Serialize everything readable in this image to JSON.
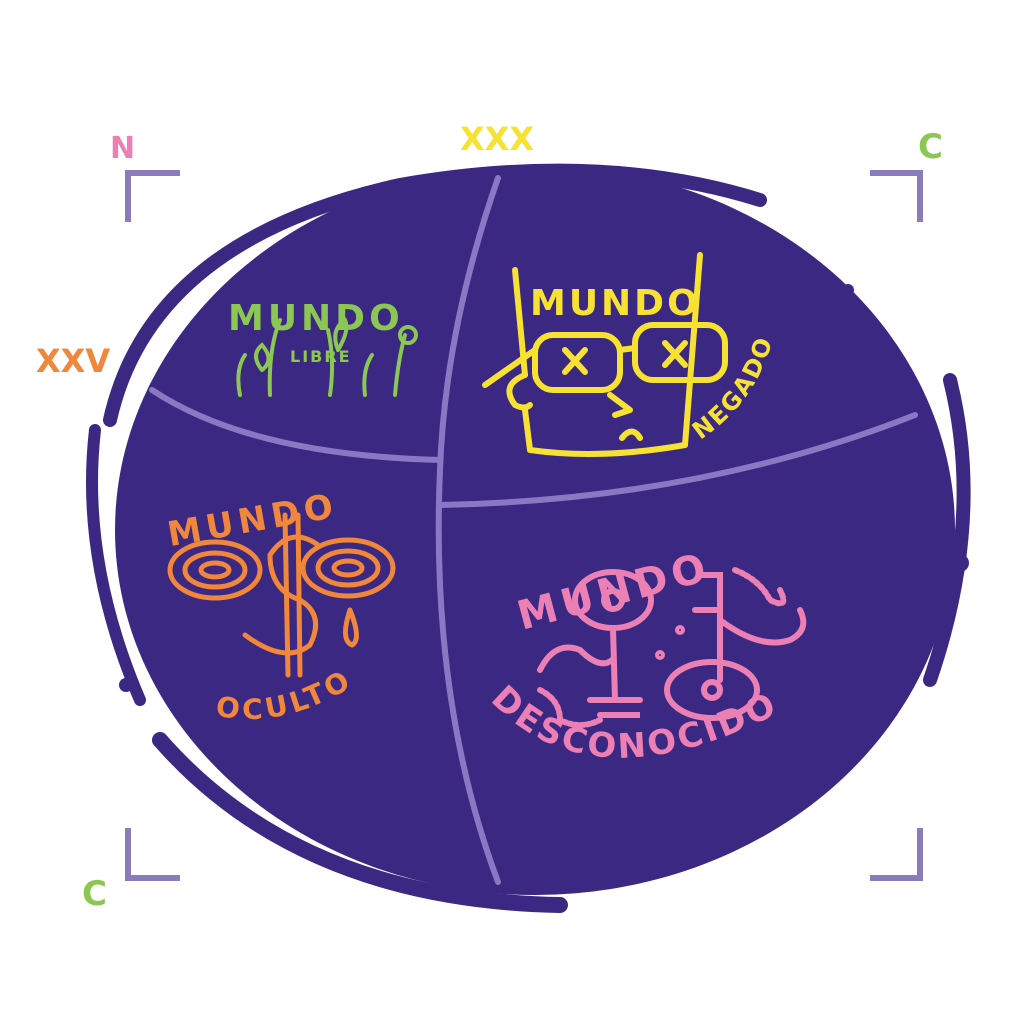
{
  "corner_labels": {
    "top_left": "N",
    "top_center": "XXX",
    "top_right": "C",
    "left": "XXV",
    "bottom_left": "C"
  },
  "quadrants": {
    "top_left": {
      "title": "MUNDO",
      "subtitle": "LIBRE",
      "icon": "plants-icon"
    },
    "top_right": {
      "title": "MUNDO",
      "subtitle": "NEGADO",
      "icon": "face-with-crossed-glasses-icon"
    },
    "bottom_left": {
      "title": "MUNDO",
      "subtitle": "OCULTO",
      "icon": "spiral-eyes-dollar-icon"
    },
    "bottom_right": {
      "title": "MUNDO",
      "subtitle": "DESCONOCIDO",
      "icon": "eyes-and-worms-icon"
    }
  },
  "colors": {
    "background": "#ffffff",
    "globe": "#3b2883",
    "divider": "#8b78c4",
    "bracket": "#8a7cbc",
    "pink": "#ec7fb4",
    "yellow": "#f7e231",
    "green": "#8cc653",
    "orange": "#f0873a"
  }
}
